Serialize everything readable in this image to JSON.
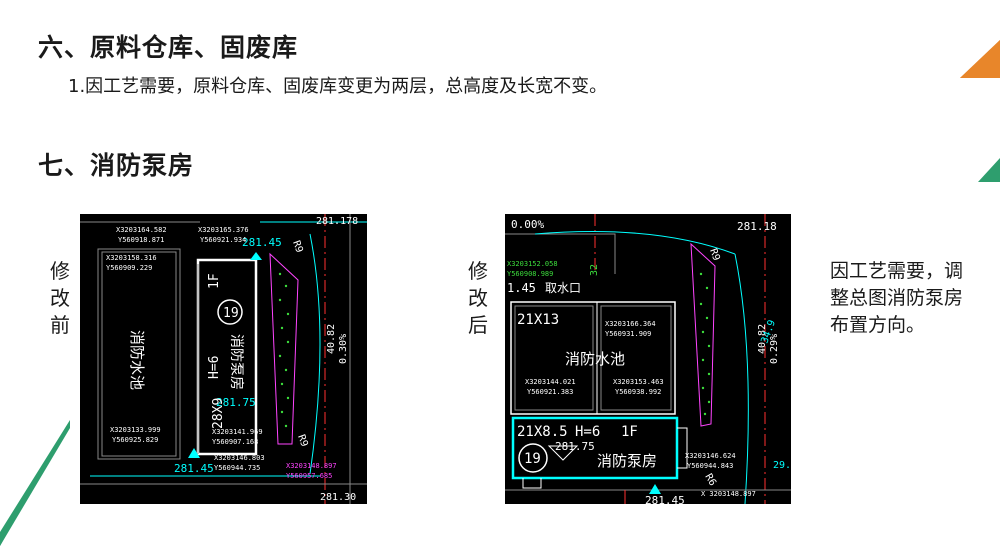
{
  "section6": {
    "title": "六、原料仓库、固废库",
    "note": "1.因工艺需要，原料仓库、固废库变更为两层，总高度及长宽不变。"
  },
  "section7": {
    "title": "七、消防泵房",
    "before_label": "修改前",
    "after_label": "修改后",
    "reason": "因工艺需要，调整总图消防泵房布置方向。"
  },
  "colors": {
    "orange": "#E8862A",
    "green": "#2E9E6E",
    "cad_background": "#000000",
    "cad_white": "#FFFFFF",
    "cad_cyan": "#00FFFF",
    "cad_green": "#3CDC3C",
    "cad_magenta": "#FF44FF",
    "cad_red": "#FF3030"
  },
  "cad_before": {
    "elev_top": "281.178",
    "elev_tank": "281.45",
    "elev_bottom_left": "281.45",
    "elev_bottom_right": "281.30",
    "elev_mid": "281.75",
    "slope_value": "40.82",
    "slope_pct": "0.30%",
    "r_label": "R9",
    "r_label2": "R9",
    "pool_label": "消防水池",
    "pump_label": "消防泵房",
    "pump_dims": "28X9",
    "pump_height": "H=6",
    "floors": "1F",
    "building_no": "19",
    "coords": {
      "c1": "X3203164.582",
      "c2": "Y560918.871",
      "c3": "X3203158.316",
      "c4": "Y560909.229",
      "c5": "X3203133.999",
      "c6": "Y560925.829",
      "c7": "X3203165.376",
      "c8": "Y560921.934",
      "c9": "X3203141.969",
      "c10": "Y560907.168",
      "c11": "X3203146.803",
      "c12": "Y560944.735",
      "c13": "X3203148.897",
      "c14": "Y560957.685"
    }
  },
  "cad_after": {
    "pct_top": "0.00%",
    "elev_top": "281.18",
    "elev_left": "1.45",
    "elev_bottom": "281.45",
    "elev_mid": "281.75",
    "slope_value": "40.82",
    "slope_pct": "0.29%",
    "num_32": "32",
    "num_34": "34.9",
    "num_29": "29.",
    "r_label": "R9",
    "r_label2": "R6",
    "intake": "取水口",
    "pool_dims": "21X13",
    "pool_label": "消防水池",
    "pump_dims": "21X8.5",
    "pump_height": "H=6",
    "floors": "1F",
    "building_no": "19",
    "pump_label": "消防泵房",
    "coords": {
      "g1": "X3203152.058",
      "g2": "Y560908.989",
      "c1": "X3203166.364",
      "c2": "Y560931.909",
      "c3": "X3203144.021",
      "c4": "Y560921.383",
      "c5": "X3203153.463",
      "c6": "Y560938.992",
      "c7": "X3203146.624",
      "c8": "Y560944.843",
      "c9": "X 3203148.897"
    }
  }
}
